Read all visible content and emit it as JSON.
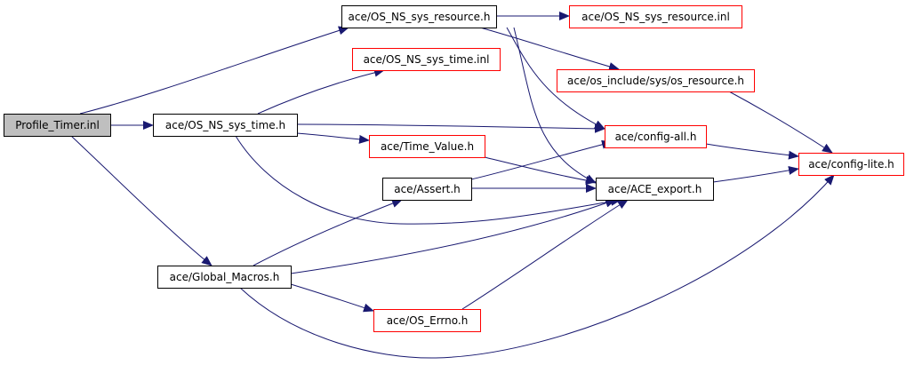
{
  "diagram": {
    "nodes": [
      {
        "id": "profile_timer",
        "label": "Profile_Timer.inl",
        "style": "root"
      },
      {
        "id": "os_ns_sys_resource_h",
        "label": "ace/OS_NS_sys_resource.h",
        "style": "black"
      },
      {
        "id": "os_ns_sys_resource_inl",
        "label": "ace/OS_NS_sys_resource.inl",
        "style": "red"
      },
      {
        "id": "os_ns_sys_time_inl",
        "label": "ace/OS_NS_sys_time.inl",
        "style": "red"
      },
      {
        "id": "os_resource_h",
        "label": "ace/os_include/sys/os_resource.h",
        "style": "red"
      },
      {
        "id": "os_ns_sys_time_h",
        "label": "ace/OS_NS_sys_time.h",
        "style": "black"
      },
      {
        "id": "config_all_h",
        "label": "ace/config-all.h",
        "style": "red"
      },
      {
        "id": "time_value_h",
        "label": "ace/Time_Value.h",
        "style": "red"
      },
      {
        "id": "config_lite_h",
        "label": "ace/config-lite.h",
        "style": "red"
      },
      {
        "id": "assert_h",
        "label": "ace/Assert.h",
        "style": "black"
      },
      {
        "id": "ace_export_h",
        "label": "ace/ACE_export.h",
        "style": "black"
      },
      {
        "id": "global_macros_h",
        "label": "ace/Global_Macros.h",
        "style": "black"
      },
      {
        "id": "os_errno_h",
        "label": "ace/OS_Errno.h",
        "style": "red"
      }
    ],
    "edges": [
      {
        "from": "profile_timer",
        "to": "os_ns_sys_resource_h"
      },
      {
        "from": "profile_timer",
        "to": "os_ns_sys_time_h"
      },
      {
        "from": "profile_timer",
        "to": "global_macros_h"
      },
      {
        "from": "os_ns_sys_resource_h",
        "to": "os_ns_sys_resource_inl"
      },
      {
        "from": "os_ns_sys_resource_h",
        "to": "os_resource_h"
      },
      {
        "from": "os_ns_sys_resource_h",
        "to": "config_all_h"
      },
      {
        "from": "os_ns_sys_resource_h",
        "to": "ace_export_h"
      },
      {
        "from": "os_ns_sys_time_h",
        "to": "os_ns_sys_time_inl"
      },
      {
        "from": "os_ns_sys_time_h",
        "to": "config_all_h"
      },
      {
        "from": "os_ns_sys_time_h",
        "to": "time_value_h"
      },
      {
        "from": "os_ns_sys_time_h",
        "to": "ace_export_h"
      },
      {
        "from": "os_resource_h",
        "to": "config_lite_h"
      },
      {
        "from": "config_all_h",
        "to": "config_lite_h"
      },
      {
        "from": "time_value_h",
        "to": "ace_export_h"
      },
      {
        "from": "assert_h",
        "to": "config_all_h"
      },
      {
        "from": "assert_h",
        "to": "ace_export_h"
      },
      {
        "from": "ace_export_h",
        "to": "config_lite_h"
      },
      {
        "from": "global_macros_h",
        "to": "assert_h"
      },
      {
        "from": "global_macros_h",
        "to": "ace_export_h"
      },
      {
        "from": "global_macros_h",
        "to": "os_errno_h"
      },
      {
        "from": "global_macros_h",
        "to": "config_lite_h"
      },
      {
        "from": "os_errno_h",
        "to": "ace_export_h"
      }
    ]
  },
  "colors": {
    "edge": "#191970",
    "root_fill": "#bfbfbf",
    "node_border": "#000000",
    "external_border": "#ff0000",
    "node_fill": "#ffffff"
  }
}
